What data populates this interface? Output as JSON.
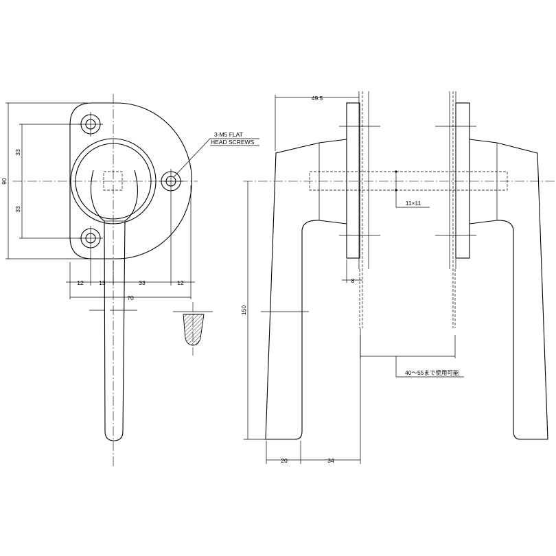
{
  "front_view": {
    "dims": {
      "overall_height": "90",
      "upper_hole_offset": "33",
      "lower_hole_offset": "33",
      "left_margin": "12",
      "hole_to_center": "13",
      "center_to_hole": "33",
      "right_margin": "12",
      "overall_width": "70"
    },
    "screw_note": [
      "3-M5 FLAT",
      "HEAD SCREWS"
    ]
  },
  "side_view": {
    "dims": {
      "rose_to_lever": "49.5",
      "spindle_size": "11×11",
      "rose_thickness": "8",
      "lever_height": "150",
      "lever_thickness": "20",
      "lever_offset": "34"
    },
    "door_note": "40～55まで使用可能"
  }
}
